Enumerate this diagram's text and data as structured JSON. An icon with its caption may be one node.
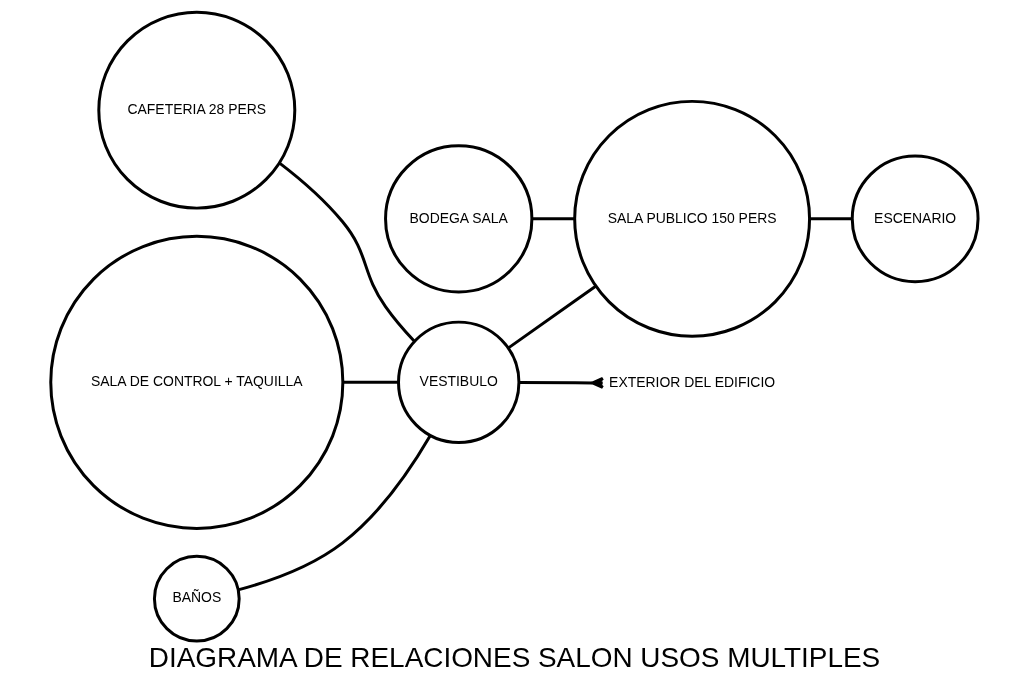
{
  "diagram": {
    "title": "DIAGRAMA DE RELACIONES SALON USOS MULTIPLES",
    "nodes": [
      {
        "text": [
          "CAFETERIA 28 PERS"
        ]
      },
      {
        "text": [
          "SALA DE CONTROL + TAQUILLA"
        ]
      },
      {
        "text": [
          "BODEGA SALA"
        ]
      },
      {
        "text": [
          "BAÑOS"
        ]
      },
      {
        "text": [
          "VESTIBULO"
        ]
      },
      {
        "text": [
          "SALA PUBLICO 150 PERS"
        ]
      },
      {
        "text": [
          "ESCENARIO"
        ]
      },
      {
        "text": [
          "EXTERIOR DEL EDIFICIO"
        ]
      }
    ],
    "edges": [
      {
        "from": 1,
        "to": 4,
        "arrow": "none"
      },
      {
        "from": 0,
        "to": 4,
        "arrow": "none"
      },
      {
        "from": 2,
        "to": 5,
        "arrow": "none"
      },
      {
        "from": 3,
        "to": 4,
        "arrow": "none"
      },
      {
        "from": 4,
        "to": 5,
        "arrow": "none"
      },
      {
        "from": 5,
        "to": 6,
        "arrow": "none"
      },
      {
        "from": 4,
        "to": 7,
        "arrow": "other"
      }
    ]
  }
}
